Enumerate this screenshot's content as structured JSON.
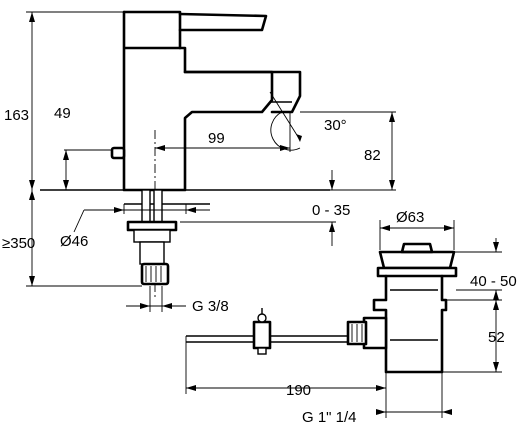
{
  "dimensions": {
    "height_total": "163",
    "lever_height": "49",
    "spout_reach": "99",
    "spout_height": "82",
    "angle": "30°",
    "deck_thickness": "0 - 35",
    "hole_diameter": "Ø46",
    "hose_length": "≥350",
    "connection": "G 3/8",
    "waste_diameter": "Ø63",
    "plug_lift": "40 - 50",
    "waste_height": "52",
    "rod_length": "190",
    "waste_thread": "G 1\" 1/4"
  }
}
